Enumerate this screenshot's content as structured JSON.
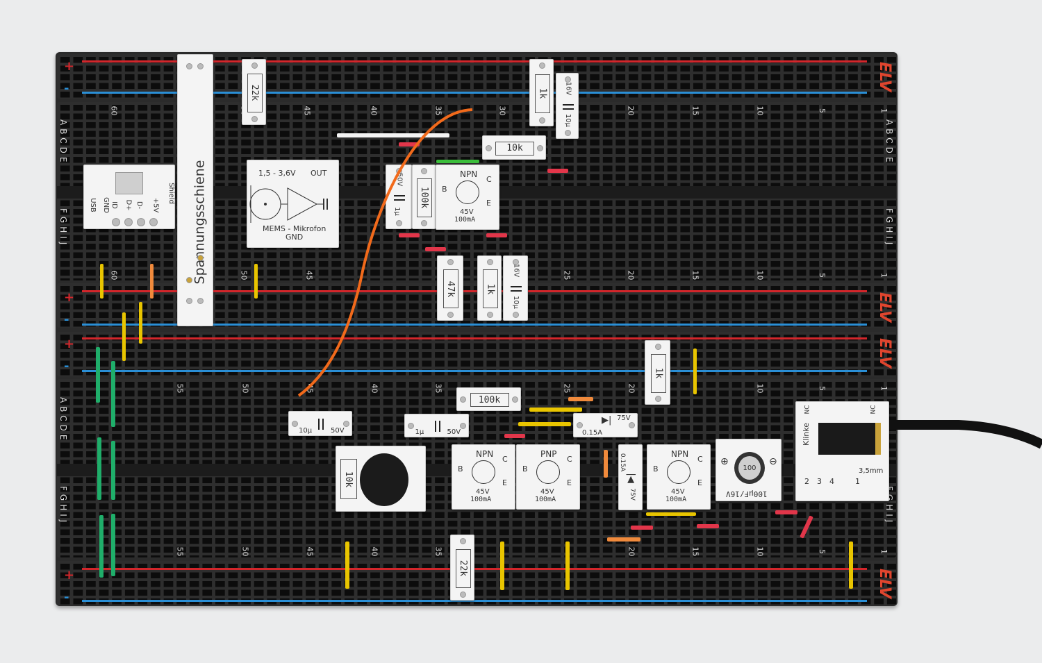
{
  "board": {
    "brand": "ELV",
    "rail_plus": "+",
    "rail_minus": "-",
    "rows_top": "ABCDE",
    "rows_bottom": "FGHIJ",
    "upper_columns": [
      "60",
      "50",
      "45",
      "40",
      "35",
      "30",
      "20",
      "15",
      "10",
      "5",
      "1"
    ],
    "lower_columns": [
      "55",
      "50",
      "45",
      "40",
      "35",
      "25",
      "20",
      "10",
      "5",
      "1"
    ],
    "upper_j_columns": [
      "60",
      "50",
      "45",
      "25",
      "20",
      "15",
      "10",
      "5",
      "1"
    ],
    "lower_j_columns": [
      "55",
      "50",
      "45",
      "40",
      "35",
      "20",
      "15",
      "10",
      "5",
      "1"
    ]
  },
  "modules": {
    "rail_module": {
      "label": "Spannungsschiene"
    },
    "usb": {
      "pins": [
        "USB",
        "GND",
        "ID",
        "D+",
        "D-",
        "+5V",
        "Shield"
      ]
    },
    "mic": {
      "supply": "1,5 - 3,6V",
      "out": "OUT",
      "title": "MEMS - Mikrofon",
      "gnd": "GND"
    },
    "r_22k_top": {
      "value": "22k"
    },
    "r_1k_top": {
      "value": "1k"
    },
    "c_10u_top": {
      "value": "10µ",
      "voltage": "16V"
    },
    "r_10k": {
      "value": "10k"
    },
    "c_1u_top": {
      "value": "1µ",
      "voltage": "50V"
    },
    "r_100k_v": {
      "value": "100k"
    },
    "npn1": {
      "type": "NPN",
      "b": "B",
      "c": "C",
      "e": "E",
      "rating": "45V",
      "current": "100mA"
    },
    "r_47k": {
      "value": "47k"
    },
    "r_1k_mid": {
      "value": "1k"
    },
    "c_10u_mid": {
      "value": "10µ",
      "voltage": "16V"
    },
    "r_1k_right": {
      "value": "1k"
    },
    "r_100k_h": {
      "value": "100k"
    },
    "c_10u_low": {
      "value": "10µ",
      "voltage": "50V"
    },
    "c_1u_low": {
      "value": "1µ",
      "voltage": "50V"
    },
    "diode_h": {
      "voltage": "75V",
      "current": "0.15A"
    },
    "pot": {
      "value": "10k"
    },
    "npn2": {
      "type": "NPN",
      "b": "B",
      "c": "C",
      "e": "E",
      "rating": "45V",
      "current": "100mA"
    },
    "pnp": {
      "type": "PNP",
      "b": "B",
      "c": "C",
      "e": "E",
      "rating": "45V",
      "current": "100mA"
    },
    "diode_v": {
      "voltage": "75V",
      "current": "0.15A"
    },
    "npn3": {
      "type": "NPN",
      "b": "B",
      "c": "C",
      "e": "E",
      "rating": "45V",
      "current": "100mA"
    },
    "elko": {
      "value": "100µF/16V",
      "can": "100"
    },
    "jack": {
      "title": "Klinke",
      "nc": "NC",
      "size": "3,5mm",
      "pins": [
        "2",
        "3",
        "4",
        "1"
      ]
    },
    "r_22k_low": {
      "value": "22k"
    }
  },
  "colors": {
    "rail_red": "#d3262b",
    "rail_blue": "#2a8fd6",
    "board": "#0c0c0c",
    "brand": "#e0452e",
    "wire_orange": "#f26a1b"
  }
}
